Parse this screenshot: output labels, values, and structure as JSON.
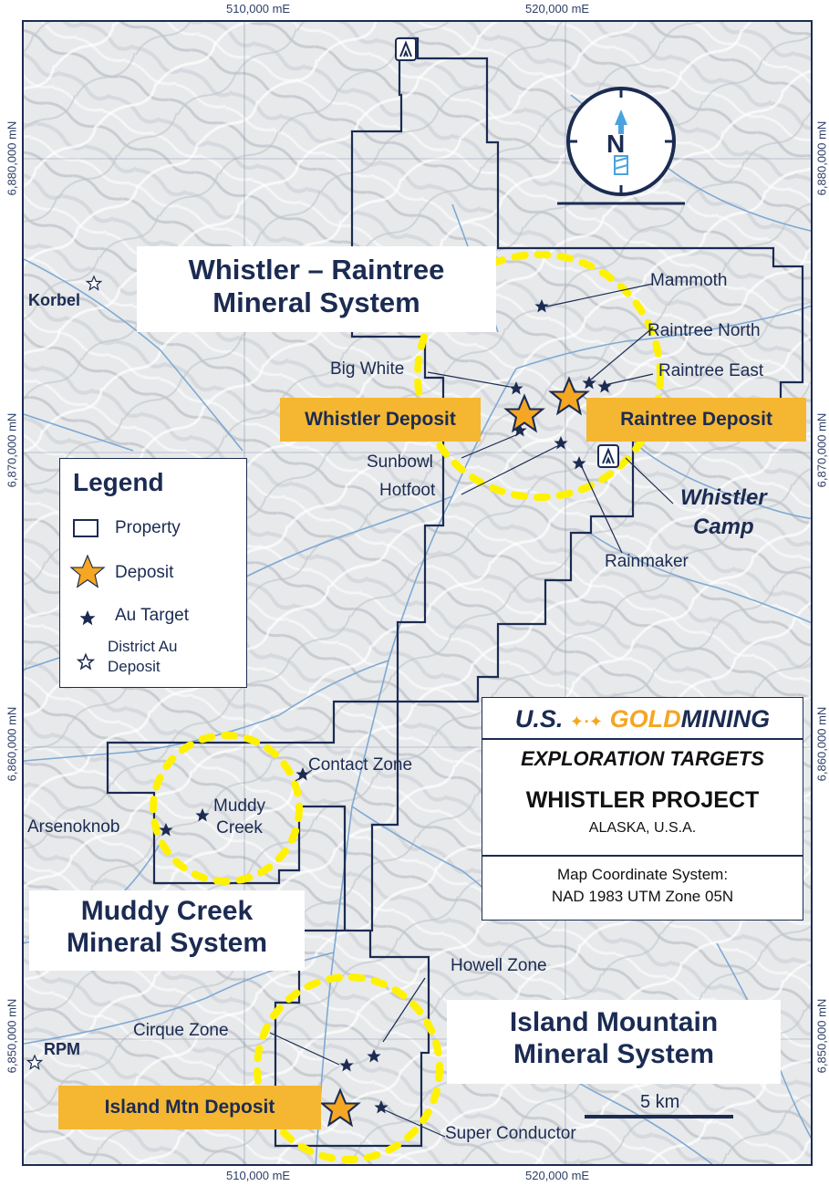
{
  "coords": {
    "top": [
      "510,000 mE",
      "520,000 mE"
    ],
    "bottom": [
      "510,000 mE",
      "520,000 mE"
    ],
    "left": [
      "6,880,000 mN",
      "6,870,000 mN",
      "6,860,000 mN",
      "6,850,000 mN"
    ],
    "right": [
      "6,880,000 mN",
      "6,870,000 mN",
      "6,860,000 mN",
      "6,850,000 mN"
    ]
  },
  "systems": {
    "whistler": [
      "Whistler – Raintree",
      "Mineral System"
    ],
    "muddy": [
      "Muddy Creek",
      "Mineral System"
    ],
    "island": [
      "Island Mountain",
      "Mineral System"
    ]
  },
  "deposits": {
    "whistler": "Whistler Deposit",
    "raintree": "Raintree Deposit",
    "island": "Island Mtn Deposit"
  },
  "targets": {
    "mammoth": "Mammoth",
    "raintree_north": "Raintree North",
    "raintree_east": "Raintree East",
    "big_white": "Big White",
    "sunbowl": "Sunbowl",
    "hotfoot": "Hotfoot",
    "rainmaker": "Rainmaker",
    "contact_zone": "Contact Zone",
    "muddy_creek": [
      "Muddy",
      "Creek"
    ],
    "arsenoknob": "Arsenoknob",
    "howell_zone": "Howell Zone",
    "cirque_zone": "Cirque Zone",
    "super_conductor": "Super Conductor"
  },
  "district": {
    "korbel": "Korbel",
    "rpm": "RPM"
  },
  "camp": [
    "Whistler",
    "Camp"
  ],
  "compass": "N",
  "legend": {
    "title": "Legend",
    "property": "Property",
    "deposit": "Deposit",
    "au_target": "Au Target",
    "district": [
      "District Au",
      "Deposit"
    ]
  },
  "info": {
    "logo_us": "U.S.",
    "logo_gold": "GOLD",
    "logo_mining": "MINING",
    "heading": "EXPLORATION TARGETS",
    "project": "WHISTLER PROJECT",
    "location": "ALASKA, U.S.A.",
    "crs_label": "Map Coordinate System:",
    "crs_value": "NAD 1983 UTM Zone 05N"
  },
  "scale": "5 km",
  "colors": {
    "navy": "#1b2b52",
    "gold": "#f5b731",
    "yellow_dash": "#fff200",
    "water": "#7fa9d3"
  }
}
